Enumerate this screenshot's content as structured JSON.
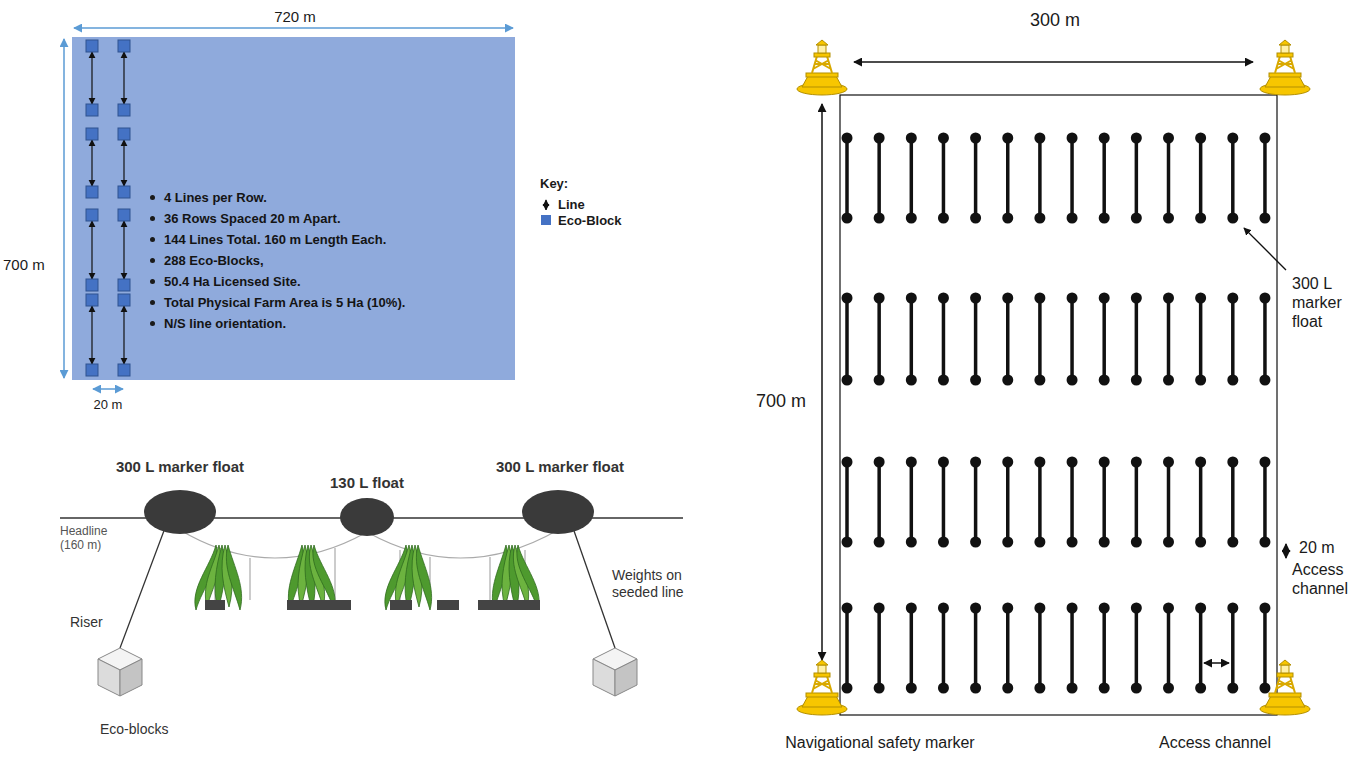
{
  "diagram": {
    "nodes": [
      {
        "text": [
          "4 Lines per Row.",
          "36 Rows Spaced 20 m Apart.",
          "144 Lines Total. 160 m Length Each.",
          "288 Eco-Blocks,",
          "50.4 Ha Licensed Site.",
          "Total Physical Farm Area is 5 Ha (10%).",
          "N/S line orientation."
        ]
      }
    ],
    "labels": [
      "720 m",
      "700 m",
      "20 m",
      "Key:",
      "300 L marker float",
      "130 L float",
      "300 L marker float",
      "Headline (160 m)",
      "Weights on seeded line",
      "Riser",
      "Eco-blocks",
      "300 m",
      "700 m",
      "300 L marker float",
      "20 m",
      "Access channel",
      "Access channel",
      "Navigational safety marker"
    ],
    "legend": [
      {
        "text": "Line"
      },
      {
        "text": "Eco-Block",
        "color": "#4472c4"
      }
    ]
  }
}
